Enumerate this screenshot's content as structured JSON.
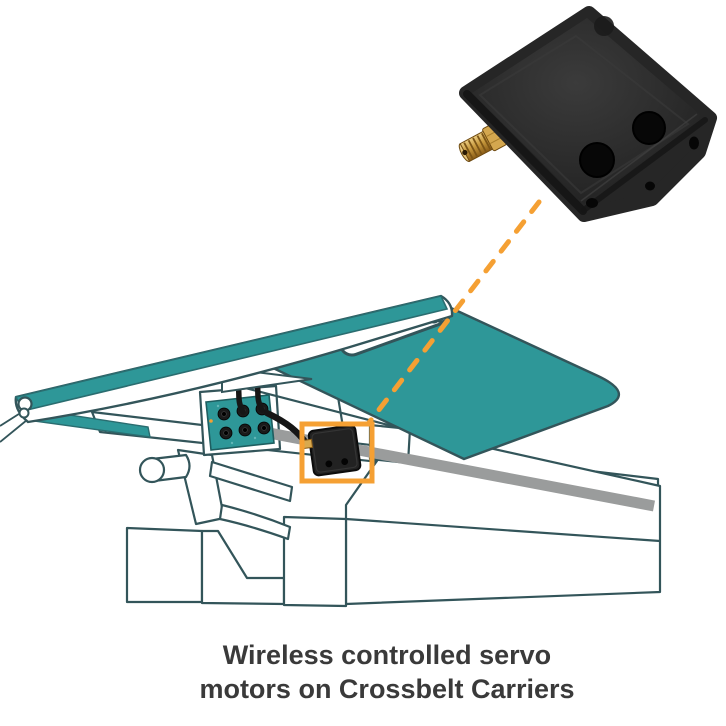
{
  "caption": {
    "line1": "Wireless controlled servo",
    "line2": "motors on Crossbelt Carriers"
  },
  "colors": {
    "belt_teal": "#2E9798",
    "outline_dark": "#33555A",
    "highlight_orange": "#F5A033",
    "rail_gray": "#9A9C9C",
    "caption_text": "#3A3A3A",
    "device_body": "#262626",
    "antenna_gold": "#C99A3F",
    "background": "#FFFFFF"
  },
  "figure": {
    "photo_subject": "wireless-servo-motor-control-module",
    "antenna": "gold-sma-antenna-connector",
    "highlight": "module-location-on-carrier",
    "illustration_subject": "crossbelt-carrier-with-servo-motor"
  }
}
